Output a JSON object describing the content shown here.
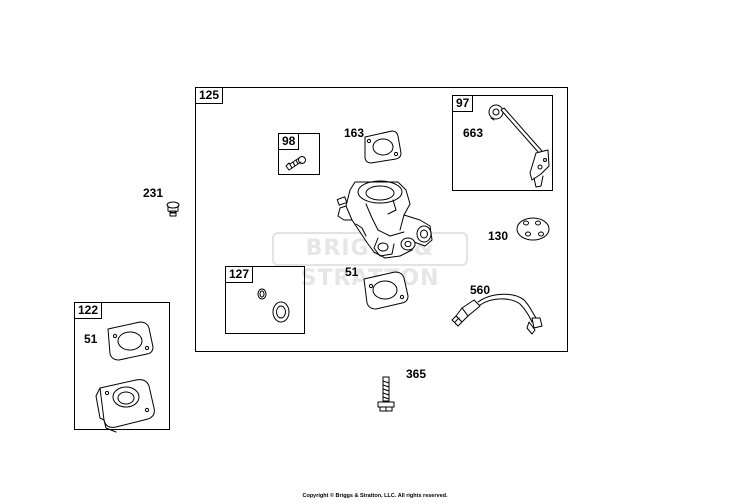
{
  "boxes": {
    "b125": "125",
    "b97": "97",
    "b98": "98",
    "b127": "127",
    "b122": "122"
  },
  "parts": {
    "p231": "231",
    "p163": "163",
    "p663": "663",
    "p130": "130",
    "p51a": "51",
    "p560": "560",
    "p51b": "51",
    "p365": "365"
  },
  "watermark": "BRIGGS & STRATTON",
  "copyright": "Copyright © Briggs & Stratton, LLC. All rights reserved."
}
